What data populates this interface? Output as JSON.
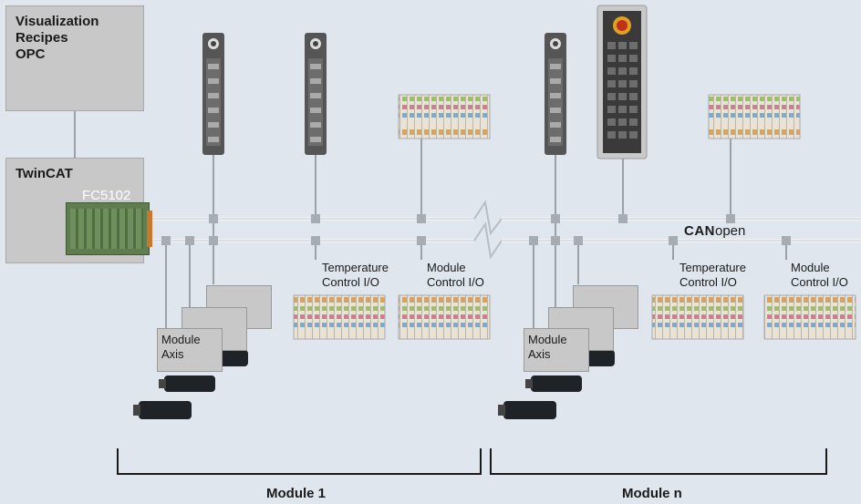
{
  "top_box": {
    "text": "Visualization\nRecipes\nOPC"
  },
  "twincat_box": {
    "title": "TwinCAT",
    "card_label": "FC5102"
  },
  "bus": {
    "can_bold": "CAN",
    "can_light": "open"
  },
  "io_labels": [
    {
      "text": "Temperature\nControl I/O"
    },
    {
      "text": "Module\nControl I/O"
    },
    {
      "text": "Temperature\nControl I/O"
    },
    {
      "text": "Module\nControl I/O"
    }
  ],
  "axis_labels": [
    {
      "text": "Module\nAxis"
    },
    {
      "text": "Module\nAxis"
    }
  ],
  "modules": [
    {
      "label": "Module 1"
    },
    {
      "label": "Module n"
    }
  ],
  "colors": {
    "background": "#dfe6ee",
    "box": "#c8c8c8",
    "bus_line": "#ffffff",
    "connector": "#9aa0a6"
  }
}
